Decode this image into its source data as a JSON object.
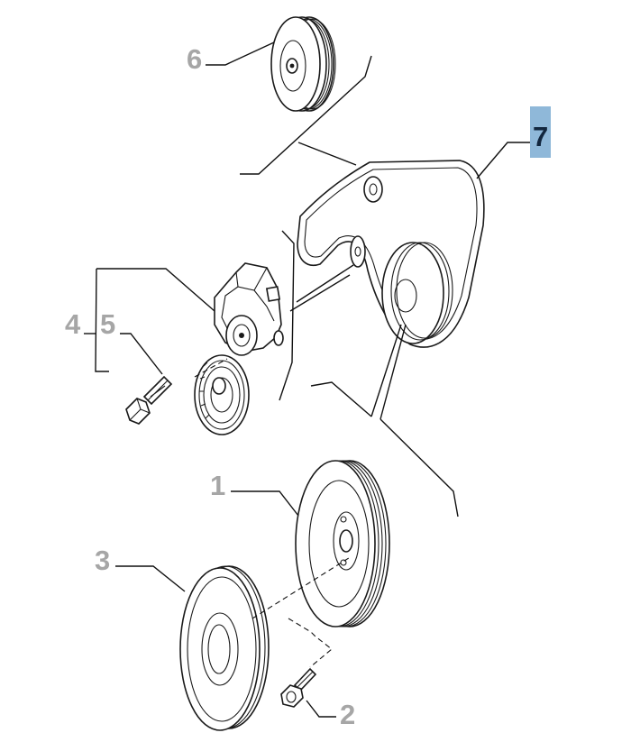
{
  "diagram": {
    "callouts": [
      {
        "id": "1",
        "label": "1"
      },
      {
        "id": "2",
        "label": "2"
      },
      {
        "id": "3",
        "label": "3"
      },
      {
        "id": "4",
        "label": "4"
      },
      {
        "id": "5",
        "label": "5"
      },
      {
        "id": "6",
        "label": "6"
      },
      {
        "id": "7",
        "label": "7",
        "highlighted": true
      }
    ],
    "colors": {
      "callout_text": "#a6a6a6",
      "highlight_fill": "#8fb8d9",
      "highlight_text": "#12263e",
      "line": "#1a1a1a"
    }
  }
}
